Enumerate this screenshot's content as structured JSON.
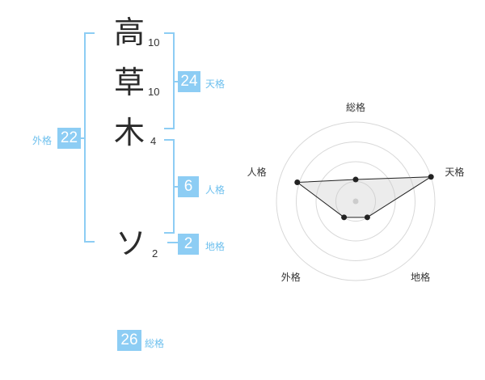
{
  "name": {
    "chars": [
      {
        "char": "高",
        "strokes": "10"
      },
      {
        "char": "草",
        "strokes": "10"
      },
      {
        "char": "木",
        "strokes": "4"
      },
      {
        "char": "ソ",
        "strokes": "2"
      }
    ]
  },
  "kakusu": {
    "tenkaku": {
      "value": "24",
      "label": "天格"
    },
    "jinkaku": {
      "value": "6",
      "label": "人格"
    },
    "chikaku": {
      "value": "2",
      "label": "地格"
    },
    "gaikaku": {
      "value": "22",
      "label": "外格"
    },
    "soukaku": {
      "value": "26",
      "label": "総格"
    }
  },
  "colors": {
    "accent": "#8dcdf4",
    "label": "#6ec0ee",
    "text": "#2b2b2b"
  },
  "chart_data": {
    "type": "radar",
    "axes": [
      "総格",
      "天格",
      "地格",
      "外格",
      "人格"
    ],
    "rings": 4,
    "values": [
      1.1,
      4,
      1,
      1,
      3.1
    ],
    "max": 4
  }
}
